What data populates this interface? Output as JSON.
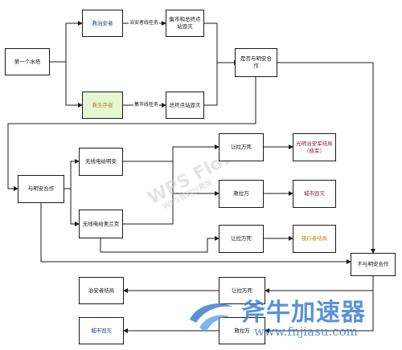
{
  "colors": {
    "line": "#1a1a1a",
    "node_fill": "#ffffff",
    "green_fill": "#e6f5d2",
    "blue_text": "#1f3b8c",
    "gold_text": "#b8860b",
    "red_text": "#8b1a3a",
    "brand_blue": "#3c7fd4"
  },
  "nodes": {
    "first_water": "第一个水塔",
    "rescue_peacekeeper": "救治安者",
    "peacekeeper_task": "治安者线任务",
    "gather_destroy": "集市和总终点站毁灭",
    "rescue_survivor": "救生存者",
    "gather_task": "集市线任务",
    "terminal_destroy": "总终点站毁灭",
    "cooperate_q": "是否与明安合作",
    "cooperate_mingan": "与明安合作",
    "radio_mingan": "无线电给明安",
    "radio_aixilan": "无线电给奥兰克",
    "let_lawan_1": "让拉万死",
    "save_lawan_1": "救拉万",
    "let_lawan_2": "让拉万死",
    "end_bright": "光明治安军结局（核军）",
    "end_city_destroy_1": "城市毁灭",
    "end_walker": "夜行者结局",
    "not_cooperate": "不与明安合作",
    "let_lawan_3": "让拉万死",
    "save_lawan_2": "救拉万",
    "end_peacekeeper": "治安者结局",
    "end_city_destroy_2": "城市毁灭"
  },
  "watermark": {
    "main": "WPS Flow",
    "sub": "WPS官网付费版"
  },
  "logo": {
    "brand": "斧牛加速器",
    "url": "www.fnjiasu.com"
  }
}
